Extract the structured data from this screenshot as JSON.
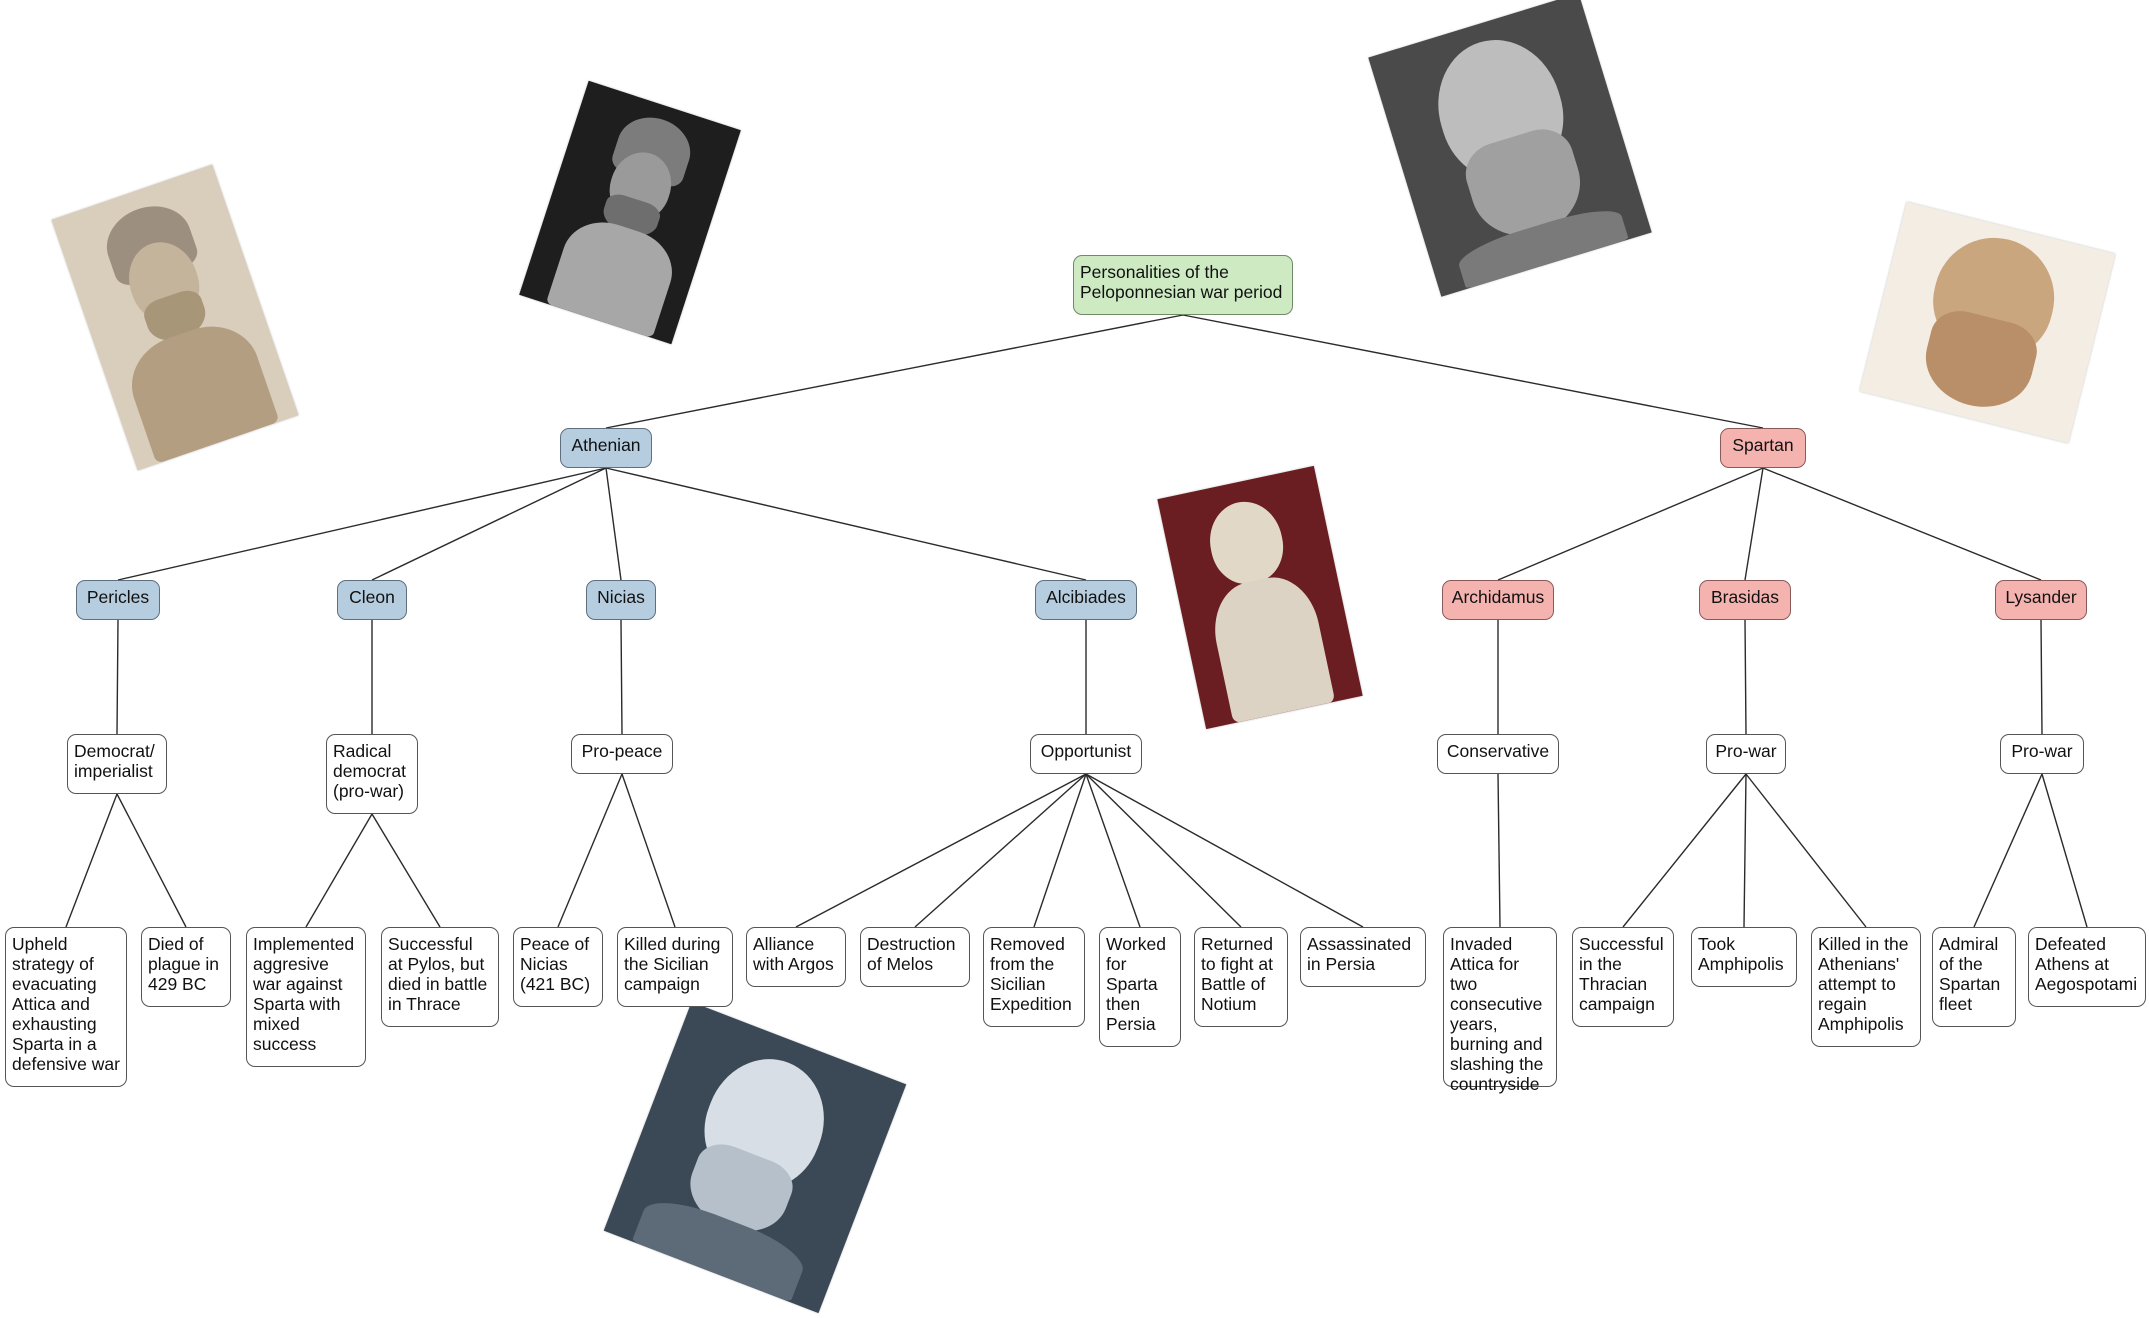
{
  "colors": {
    "athenian": "#b6cde0",
    "spartan": "#f5b3b0",
    "root": "#cdeac3"
  },
  "root": {
    "label": "Personalities of the Peloponnesian war period"
  },
  "factions": [
    {
      "id": "ath",
      "label": "Athenian"
    },
    {
      "id": "spa",
      "label": "Spartan"
    }
  ],
  "leaders": [
    {
      "name": "Pericles",
      "faction": "ath",
      "stance": "Democrat/ imperialist",
      "facts": [
        "Upheld strategy of evacuating Attica and exhausting Sparta in a defensive war",
        "Died of plague in 429 BC"
      ]
    },
    {
      "name": "Cleon",
      "faction": "ath",
      "stance": "Radical democrat (pro-war)",
      "facts": [
        "Implemented aggresive war against Sparta with mixed success",
        "Successful at Pylos, but died in battle in Thrace"
      ]
    },
    {
      "name": "Nicias",
      "faction": "ath",
      "stance": "Pro-peace",
      "facts": [
        "Peace of Nicias (421 BC)",
        "Killed during the Sicilian campaign"
      ]
    },
    {
      "name": "Alcibiades",
      "faction": "ath",
      "stance": "Opportunist",
      "facts": [
        "Alliance with Argos",
        "Destruction of Melos",
        "Removed from the Sicilian Expedition",
        "Worked for Sparta then Persia",
        "Returned to fight at Battle of Notium",
        "Assassinated in Persia"
      ]
    },
    {
      "name": "Archidamus",
      "faction": "spa",
      "stance": "Conservative",
      "facts": [
        "Invaded Attica for two consecutive years, burning and slashing the countryside"
      ]
    },
    {
      "name": "Brasidas",
      "faction": "spa",
      "stance": "Pro-war",
      "facts": [
        "Successful in the Thracian campaign",
        "Took Amphipolis",
        "Killed in the Athenians' attempt to regain Amphipolis"
      ]
    },
    {
      "name": "Lysander",
      "faction": "spa",
      "stance": "Pro-war",
      "facts": [
        "Admiral of the Spartan fleet",
        "Defeated Athens at Aegospotami"
      ]
    }
  ],
  "portraits": [
    {
      "subject": "pericles-helmeted-bust",
      "tone": "#b8a58c"
    },
    {
      "subject": "helmeted-bust-grayscale",
      "tone": "#8a8a8a"
    },
    {
      "subject": "bearded-head-grayscale",
      "tone": "#a9a9a9"
    },
    {
      "subject": "bearded-head-terracotta",
      "tone": "#c9a27a"
    },
    {
      "subject": "alcibiades-bust",
      "tone": "#d8cfc0"
    },
    {
      "subject": "bearded-head-blue-tint",
      "tone": "#aab4bf"
    }
  ]
}
